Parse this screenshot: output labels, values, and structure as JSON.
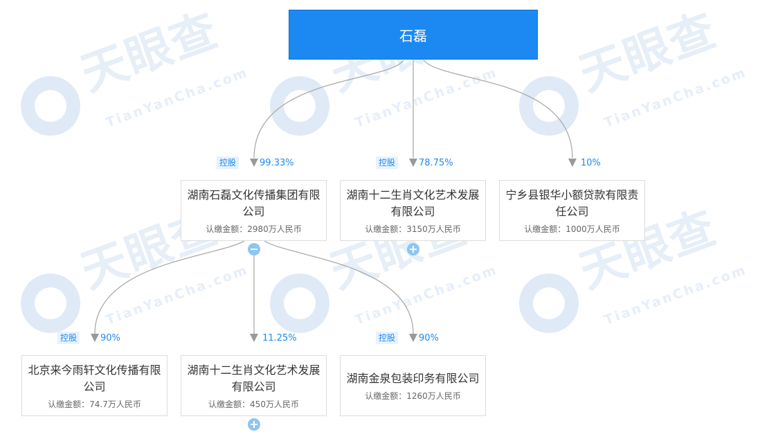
{
  "watermark": {
    "cn": "天眼查",
    "en": "TianYanCha.com"
  },
  "root": {
    "name": "石磊"
  },
  "tag_label": "控股",
  "level1": [
    {
      "name": "湖南石磊文化传播集团有限公司",
      "amount": "认缴金额：2980万人民币",
      "percent": "99.33%",
      "tag": true
    },
    {
      "name": "湖南十二生肖文化艺术发展有限公司",
      "amount": "认缴金额：3150万人民币",
      "percent": "78.75%",
      "tag": true
    },
    {
      "name": "宁乡县银华小额贷款有限责任公司",
      "amount": "认缴金额：1000万人民币",
      "percent": "10%",
      "tag": false
    }
  ],
  "level2": [
    {
      "name": "北京来今雨轩文化传播有限公司",
      "amount": "认缴金额：74.7万人民币",
      "percent": "90%",
      "tag": true
    },
    {
      "name": "湖南十二生肖文化艺术发展有限公司",
      "amount": "认缴金额：450万人民币",
      "percent": "11.25%",
      "tag": false
    },
    {
      "name": "湖南金泉包装印务有限公司",
      "amount": "认缴金额：1260万人民币",
      "percent": "90%",
      "tag": true
    }
  ],
  "colors": {
    "accent": "#1c89f3",
    "line": "#aaaaaa",
    "toggle": "#8dc5f3"
  },
  "icons": {
    "collapse": "minus-circle-icon",
    "expand": "plus-circle-icon",
    "arrow": "triangle-down-icon"
  }
}
